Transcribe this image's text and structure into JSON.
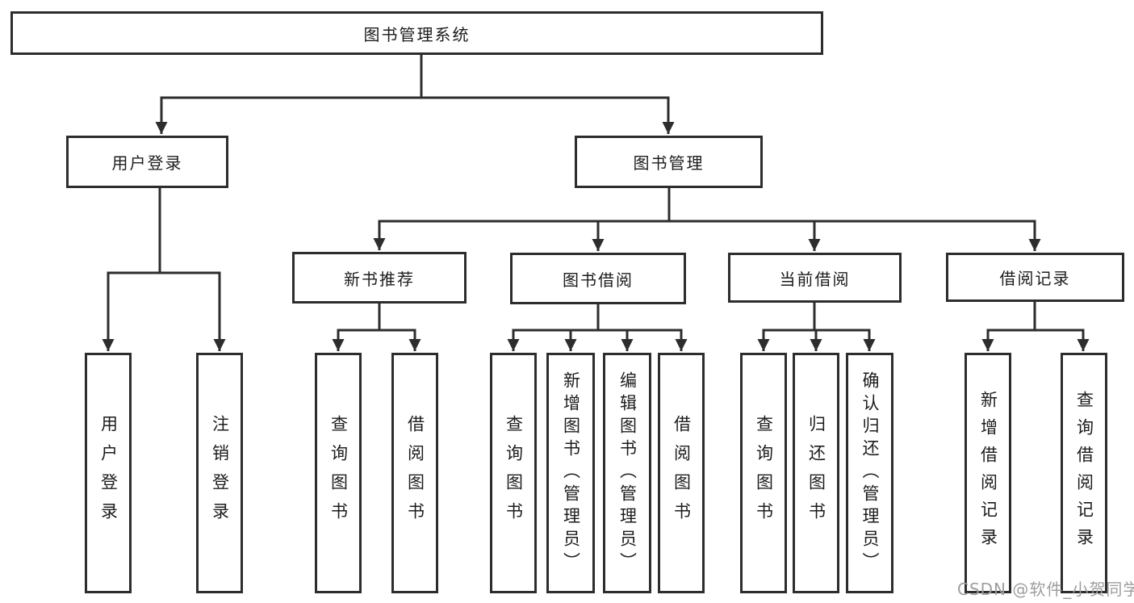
{
  "diagram": {
    "root": {
      "label": "图书管理系统"
    },
    "children": [
      {
        "label": "用户登录",
        "children": [
          {
            "label": "用户登录"
          },
          {
            "label": "注销登录"
          }
        ]
      },
      {
        "label": "图书管理",
        "children": [
          {
            "label": "新书推荐",
            "children": [
              {
                "label": "查询图书"
              },
              {
                "label": "借阅图书"
              }
            ]
          },
          {
            "label": "图书借阅",
            "children": [
              {
                "label": "查询图书"
              },
              {
                "label": "新增图书（管理员）"
              },
              {
                "label": "编辑图书（管理员）"
              },
              {
                "label": "借阅图书"
              }
            ]
          },
          {
            "label": "当前借阅",
            "children": [
              {
                "label": "查询图书"
              },
              {
                "label": "归还图书"
              },
              {
                "label": "确认归还（管理员）"
              }
            ]
          },
          {
            "label": "借阅记录",
            "children": [
              {
                "label": "新增借阅记录"
              },
              {
                "label": "查询借阅记录"
              }
            ]
          }
        ]
      }
    ]
  },
  "watermark": {
    "text": "CSDN @软件_小贺同学"
  },
  "colors": {
    "line": "#2d2d2d",
    "box_border": "#2d2d2d",
    "text": "#1c1c1c",
    "watermark": "#9e9e9e",
    "background": "#ffffff"
  }
}
